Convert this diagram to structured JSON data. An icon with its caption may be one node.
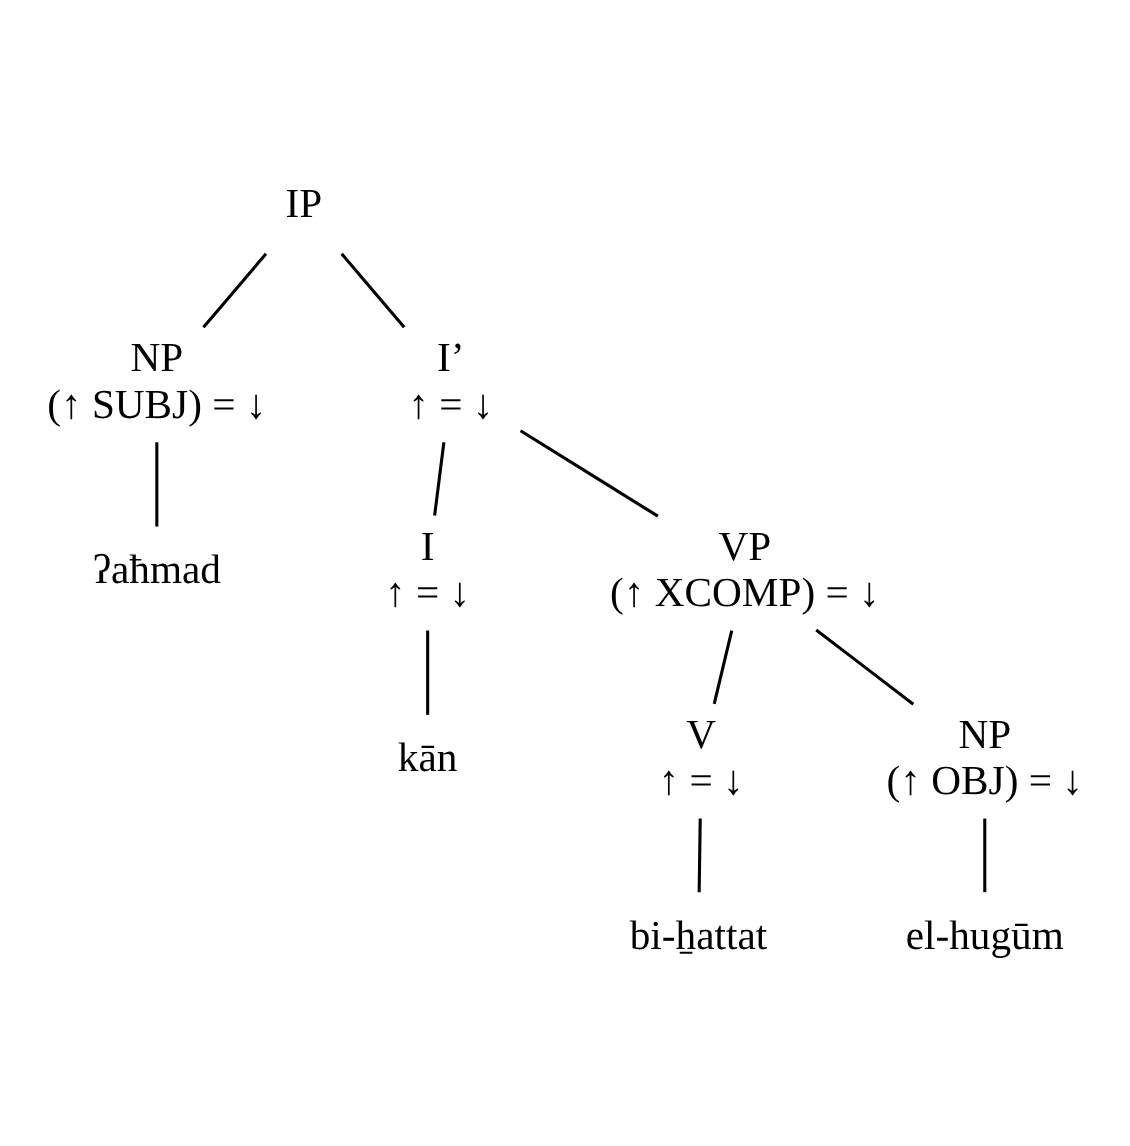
{
  "diagram": {
    "nodes": [
      {
        "text": [
          "IP"
        ]
      },
      {
        "text": [
          "NP",
          "(↑ SUBJ) = ↓"
        ]
      },
      {
        "text": [
          "I’",
          "↑ = ↓"
        ]
      },
      {
        "text": [
          "ʔaħmad"
        ]
      },
      {
        "text": [
          "I",
          "↑ = ↓"
        ]
      },
      {
        "text": [
          "VP",
          "(↑ XCOMP) = ↓"
        ]
      },
      {
        "text": [
          "kān"
        ]
      },
      {
        "text": [
          "V",
          "↑ = ↓"
        ]
      },
      {
        "text": [
          "NP",
          "(↑ OBJ) = ↓"
        ]
      },
      {
        "text": [
          "bi-ẖattat"
        ]
      },
      {
        "text": [
          "el-hugūm"
        ]
      }
    ],
    "edges": [
      {
        "from": 0,
        "to": 1,
        "arrow": "none"
      },
      {
        "from": 0,
        "to": 2,
        "arrow": "none"
      },
      {
        "from": 1,
        "to": 3,
        "arrow": "none"
      },
      {
        "from": 2,
        "to": 4,
        "arrow": "none"
      },
      {
        "from": 2,
        "to": 5,
        "arrow": "none"
      },
      {
        "from": 4,
        "to": 6,
        "arrow": "none"
      },
      {
        "from": 5,
        "to": 7,
        "arrow": "none"
      },
      {
        "from": 5,
        "to": 8,
        "arrow": "none"
      },
      {
        "from": 7,
        "to": 9,
        "arrow": "none"
      },
      {
        "from": 8,
        "to": 10,
        "arrow": "none"
      }
    ]
  }
}
